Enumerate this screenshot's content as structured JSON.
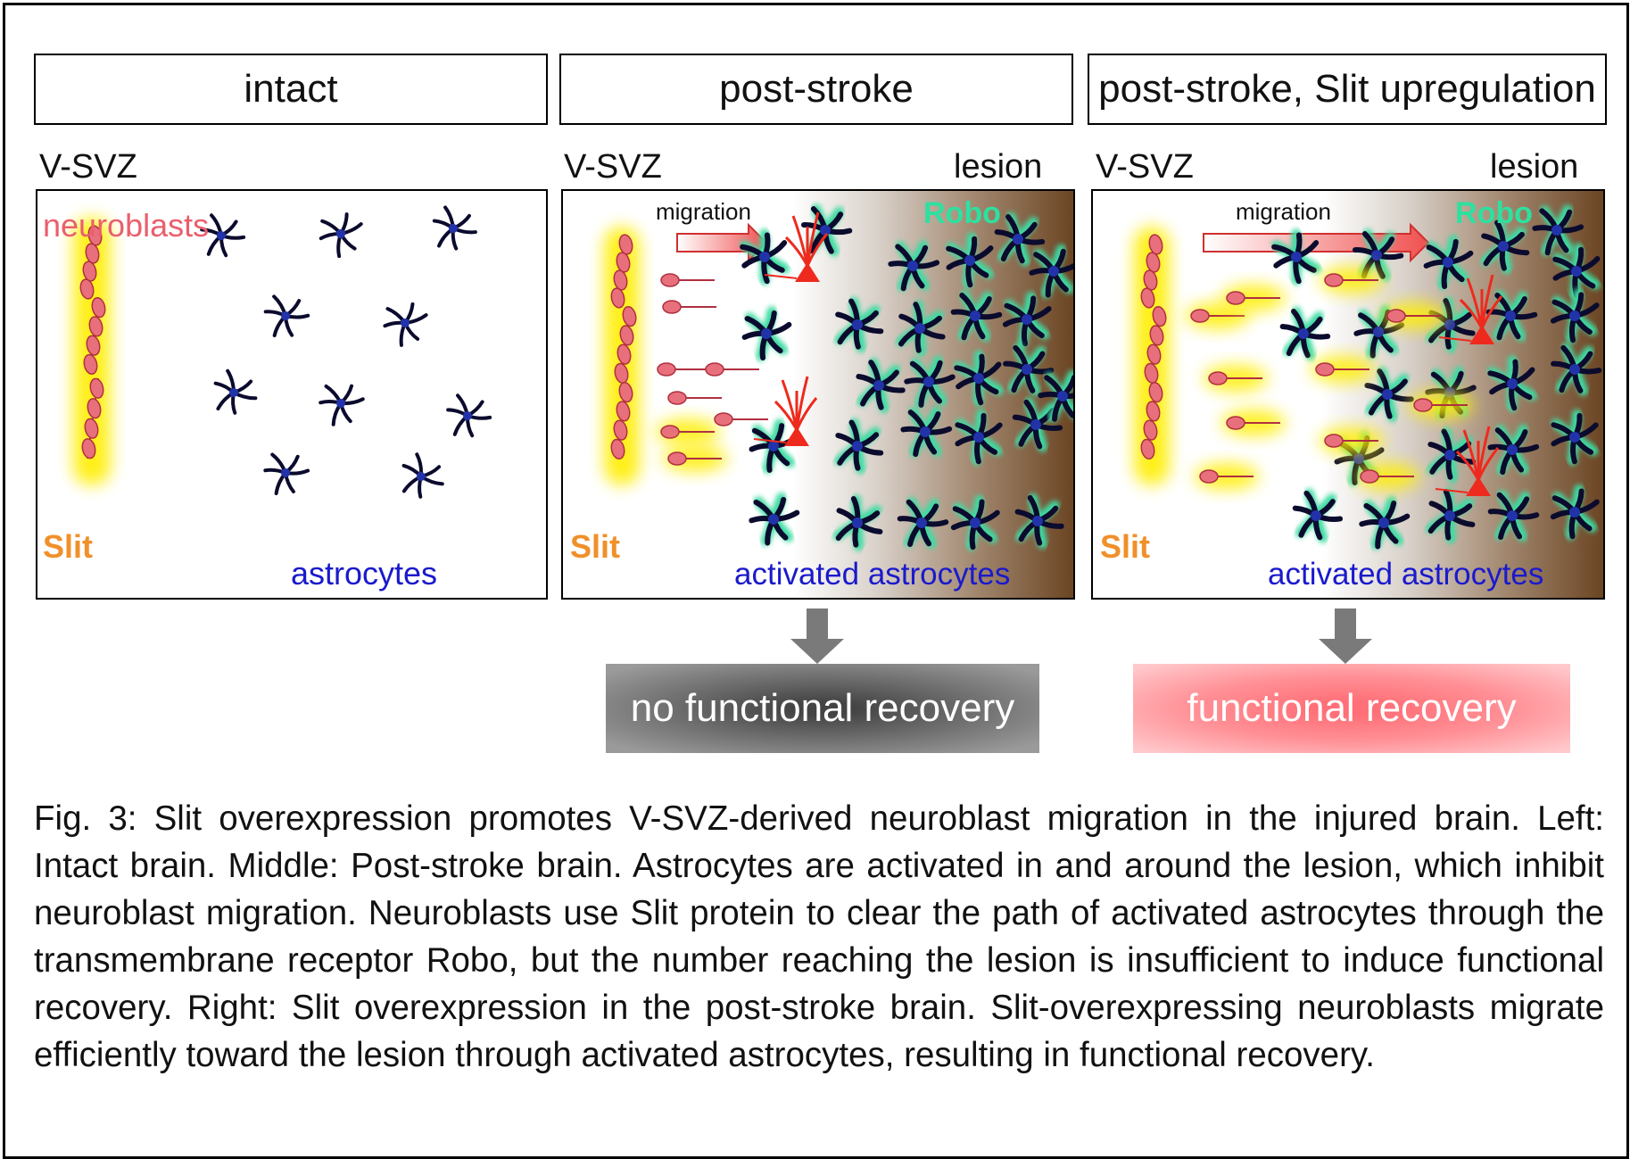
{
  "panels": [
    {
      "header": "intact",
      "zone_label": "V-SVZ",
      "lesion_label": "",
      "migration_label": "",
      "robo_label": "",
      "neuroblasts_label": "neuroblasts",
      "slit_label": "Slit",
      "astro_label_a": "",
      "astro_label_b": "astrocytes"
    },
    {
      "header": "post-stroke",
      "zone_label": "V-SVZ",
      "lesion_label": "lesion",
      "migration_label": "migration",
      "robo_label": "Robo",
      "neuroblasts_label": "",
      "slit_label": "Slit",
      "astro_label_a": "activated",
      "astro_label_b": "astrocytes"
    },
    {
      "header": "post-stroke, Slit upregulation",
      "zone_label": "V-SVZ",
      "lesion_label": "lesion",
      "migration_label": "migration",
      "robo_label": "Robo",
      "neuroblasts_label": "",
      "slit_label": "Slit",
      "astro_label_a": "activated",
      "astro_label_b": "astrocytes"
    }
  ],
  "outcomes": {
    "middle": "no functional recovery",
    "right": "functional recovery"
  },
  "caption": "Fig. 3: Slit overexpression promotes V-SVZ-derived neuroblast migration in the injured brain. Left: Intact brain. Middle: Post-stroke brain. Astrocytes are activated in and around the lesion, which inhibit neuroblast migration. Neuroblasts use Slit protein to clear the path of activated astrocytes through the transmembrane receptor Robo, but the number reaching the lesion is insufficient to induce functional recovery. Right: Slit overexpression in the post-stroke brain. Slit-overexpressing neuroblasts migrate efficiently toward the lesion through activated astrocytes, resulting in functional recovery.",
  "colors": {
    "neuroblast": "#e8707c",
    "slit_glow": "#ffee00",
    "astrocyte": "#0b0b2e",
    "astro_nucleus": "#2233aa",
    "activated_glow": "#3ddba3",
    "robo": "#2ee0a0",
    "slit_text": "#f0902a",
    "astro_text": "#1a1acc",
    "neuron": "#ee2a1e",
    "lesion": "#6b4523"
  },
  "icons": [
    "neuroblast-icon",
    "astrocyte-icon",
    "activated-astrocyte-icon",
    "reactive-neuron-icon",
    "migration-arrow-icon",
    "down-arrow-icon"
  ]
}
